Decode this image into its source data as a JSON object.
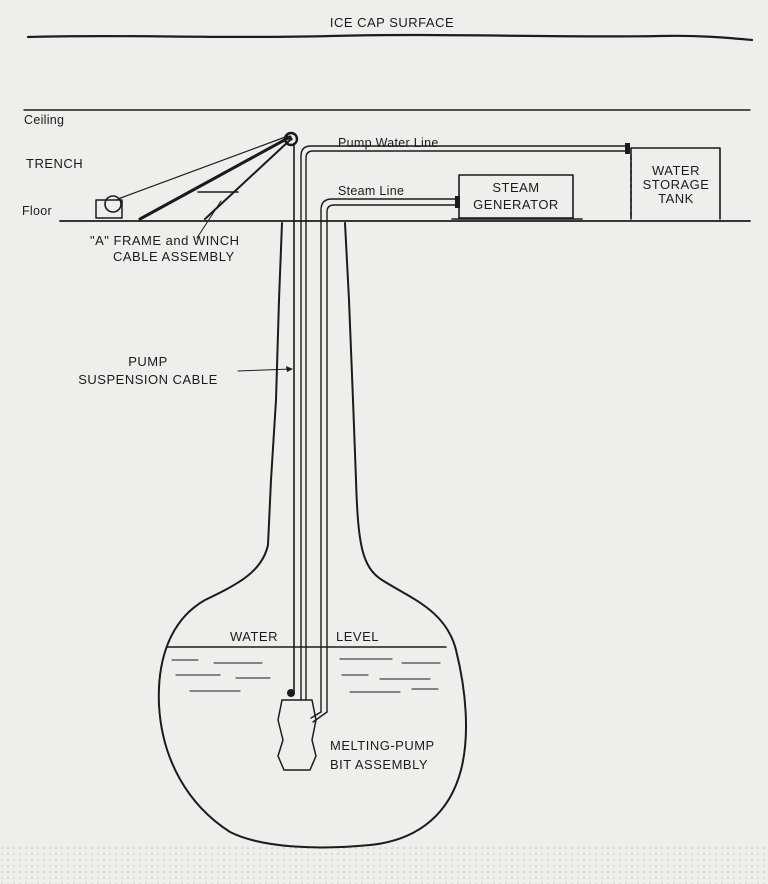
{
  "labels": {
    "ice_cap_surface": "ICE CAP SURFACE",
    "ceiling": "Ceiling",
    "trench": "TRENCH",
    "floor": "Floor",
    "a_frame_line1": "\"A\" FRAME and WINCH",
    "a_frame_line2": "CABLE ASSEMBLY",
    "pump_water_line": "Pump Water Line",
    "steam_line": "Steam Line",
    "steam_generator_line1": "STEAM",
    "steam_generator_line2": "GENERATOR",
    "water_storage_line1": "WATER",
    "water_storage_line2": "STORAGE",
    "water_storage_line3": "TANK",
    "pump_suspension_line1": "PUMP",
    "pump_suspension_line2": "SUSPENSION CABLE",
    "water_level_word1": "WATER",
    "water_level_word2": "LEVEL",
    "bit_assembly_line1": "MELTING-PUMP",
    "bit_assembly_line2": "BIT ASSEMBLY"
  },
  "colors": {
    "paper": "#eeeeec",
    "ink": "#1b1b1b"
  }
}
